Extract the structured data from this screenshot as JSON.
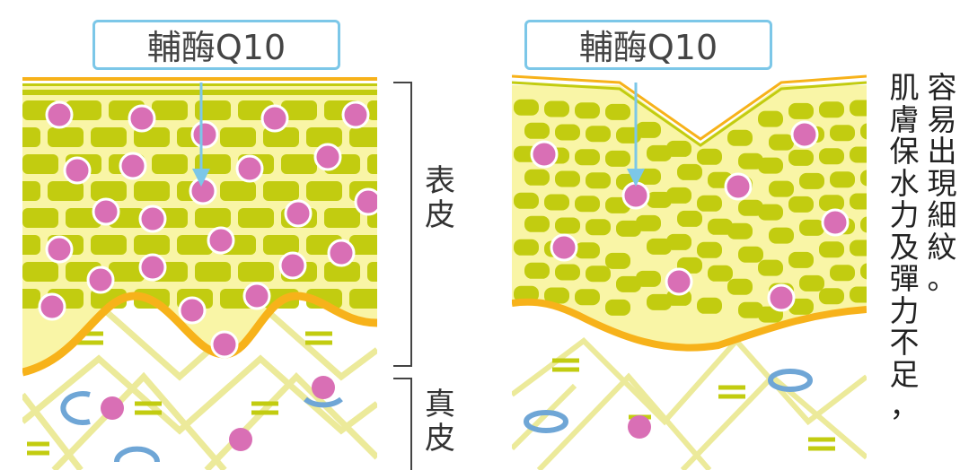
{
  "panels": [
    {
      "label": "輔酶Q10"
    },
    {
      "label": "輔酶Q10"
    }
  ],
  "layers": {
    "epidermis": "表皮",
    "dermis": "真皮"
  },
  "caption": {
    "line1": "容易出現細紋。",
    "line2": "肌膚保水力及彈力不足，"
  },
  "colors": {
    "cell": "#c2cc10",
    "cell_bg": "#f9f5a6",
    "membrane": "#f7b21a",
    "dot": "#d96fb5",
    "arrow": "#7cc7e8",
    "fiber": "#ecea9a",
    "dermis_cell": "#6fa6d6"
  }
}
